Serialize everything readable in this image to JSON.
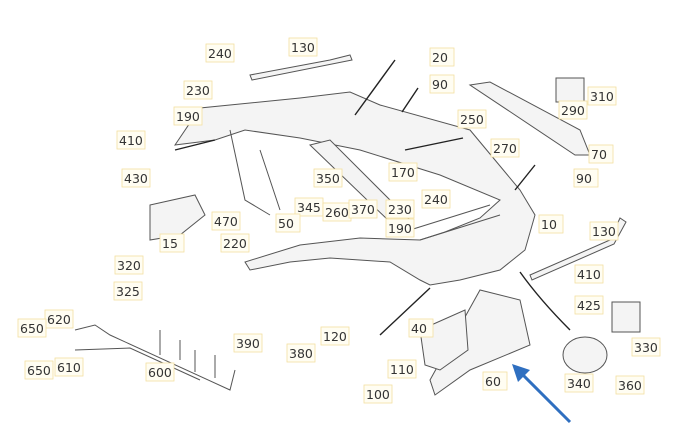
{
  "title": "Rear bumper parts diagram",
  "labels": [
    "240",
    "130",
    "20",
    "230",
    "90",
    "190",
    "290",
    "310",
    "410",
    "250",
    "270",
    "70",
    "430",
    "350",
    "170",
    "90",
    "345",
    "260",
    "370",
    "230",
    "240",
    "470",
    "50",
    "190",
    "10",
    "15",
    "220",
    "130",
    "320",
    "410",
    "325",
    "425",
    "620",
    "650",
    "390",
    "120",
    "40",
    "330",
    "380",
    "650",
    "610",
    "600",
    "110",
    "60",
    "340",
    "360",
    "100"
  ],
  "colors": {
    "arrow": "#2f6fc0",
    "label_box": "#f3dfa0"
  }
}
